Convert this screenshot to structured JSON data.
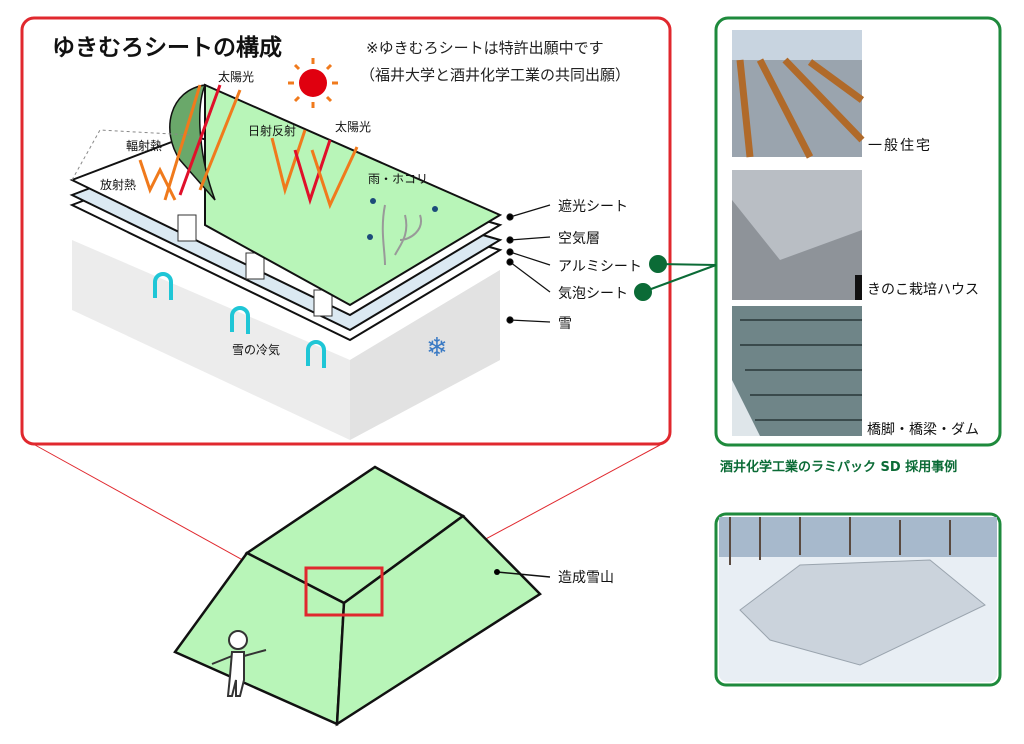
{
  "title": "ゆきむろシートの構成",
  "notes": [
    "※ゆきむろシートは特許出願中です",
    "（福井大学と酒井化学工業の共同出願）"
  ],
  "diagram_labels": {
    "sunlight_1": "太陽光",
    "sunlight_2": "太陽光",
    "solar_reflection": "日射反射",
    "radiant_heat_in": "輻射熱",
    "radiant_heat_out": "放射熱",
    "rain_dust": "雨・ホコリ",
    "snow_cold_air": "雪の冷気"
  },
  "layers": [
    "遮光シート",
    "空気層",
    "アルミシート",
    "気泡シート",
    "雪"
  ],
  "mountain_label": "造成雪山",
  "examples": {
    "items": [
      "一般住宅",
      "きのこ栽培ハウス",
      "橋脚・橋梁・ダム"
    ],
    "caption": "酒井化学工業のラミパック SD 採用事例"
  },
  "colors": {
    "red_frame": "#e0282e",
    "green_frame": "#1e8a3c",
    "sheet_green": "#b8f5b8",
    "dark_green": "#0b6b36"
  }
}
